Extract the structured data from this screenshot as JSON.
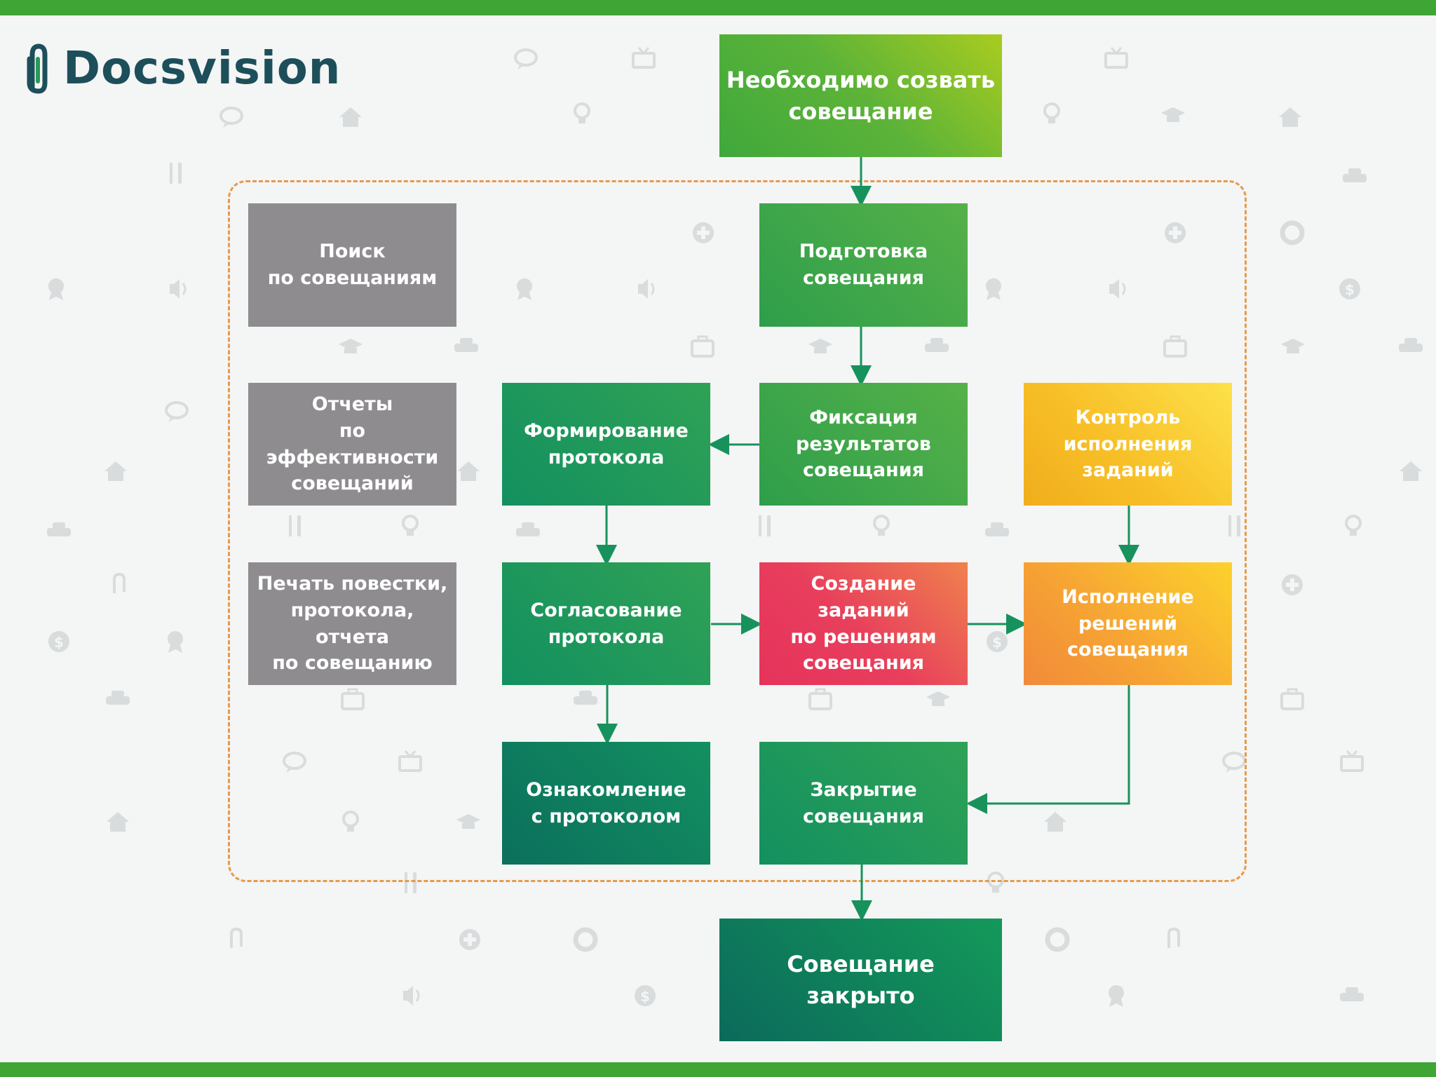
{
  "brand": {
    "name": "Docsvision"
  },
  "colors": {
    "accent_bar": "#3fa535",
    "frame": "#e79a4a",
    "arrow": "#17925c"
  },
  "nodes": {
    "start": "Необходимо созвать\nсовещание",
    "prep": "Подготовка\nсовещания",
    "search": "Поиск\nпо совещаниям",
    "reports": "Отчеты\nпо эффективности\nсовещаний",
    "print": "Печать повестки,\nпротокола,\nотчета\nпо совещанию",
    "fixation": "Фиксация\nрезультатов\nсовещания",
    "protocol_form": "Формирование\nпротокола",
    "control": "Контроль\nисполнения\nзаданий",
    "approval": "Согласование\nпротокола",
    "tasks": "Создание\nзаданий\nпо решениям\nсовещания",
    "execution": "Исполнение\nрешений\nсовещания",
    "acquaint": "Ознакомление\nс протоколом",
    "closing": "Закрытие\nсовещания",
    "end": "Совещание\nзакрыто"
  },
  "edges": [
    [
      "start",
      "prep"
    ],
    [
      "prep",
      "fixation"
    ],
    [
      "fixation",
      "protocol_form"
    ],
    [
      "protocol_form",
      "approval"
    ],
    [
      "approval",
      "tasks"
    ],
    [
      "tasks",
      "execution"
    ],
    [
      "control",
      "execution"
    ],
    [
      "approval",
      "acquaint"
    ],
    [
      "execution",
      "closing"
    ],
    [
      "closing",
      "end"
    ]
  ],
  "background_icons": [
    "house-icon",
    "bulb-icon",
    "chat-icon",
    "tv-icon",
    "cutlery-icon",
    "plus-circle-icon",
    "lifebuoy-icon",
    "sound-icon",
    "medal-icon",
    "cap-icon",
    "car-icon",
    "bag-icon",
    "dollar-icon",
    "clip-icon"
  ]
}
